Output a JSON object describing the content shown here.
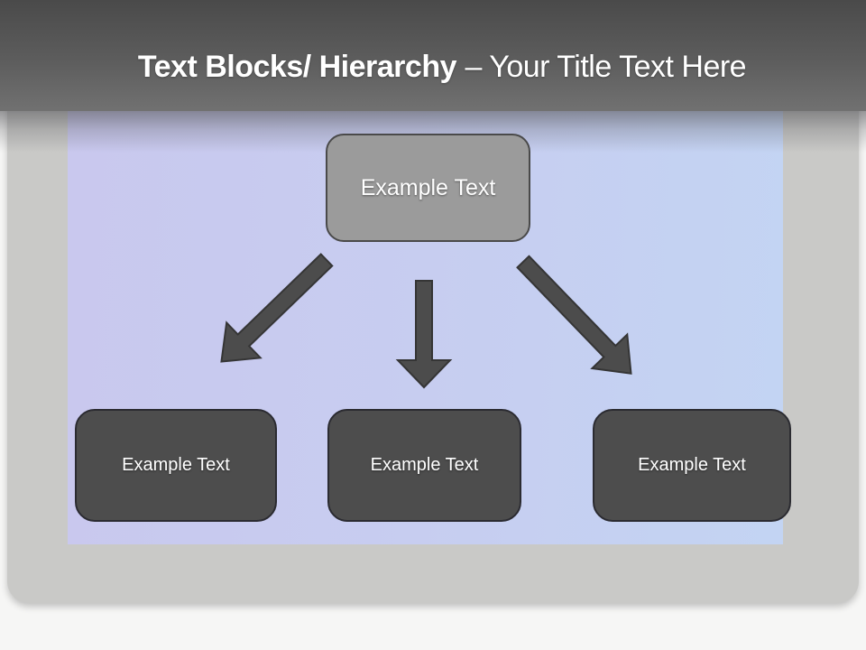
{
  "title": {
    "bold": "Text Blocks/ Hierarchy",
    "regular": "– Your Title Text Here"
  },
  "diagram": {
    "root": {
      "label": "Example Text"
    },
    "children": [
      {
        "label": "Example Text"
      },
      {
        "label": "Example Text"
      },
      {
        "label": "Example Text"
      }
    ],
    "arrows": [
      "arrow-down-left",
      "arrow-down",
      "arrow-down-right"
    ]
  },
  "colors": {
    "header_top": "#4a4a4a",
    "header_bottom": "#717171",
    "page": "#c9c9c7",
    "canvas": "#f6f6f5",
    "panel_left": "#c9c8ee",
    "panel_right": "#c3d4f3",
    "root_fill": "#9b9b9b",
    "root_border": "#4a4a4a",
    "child_fill": "#4d4d4d",
    "child_border": "#2b2b31",
    "arrow_fill": "#4c4c4c",
    "arrow_outline": "#353535",
    "text": "#ffffff"
  }
}
